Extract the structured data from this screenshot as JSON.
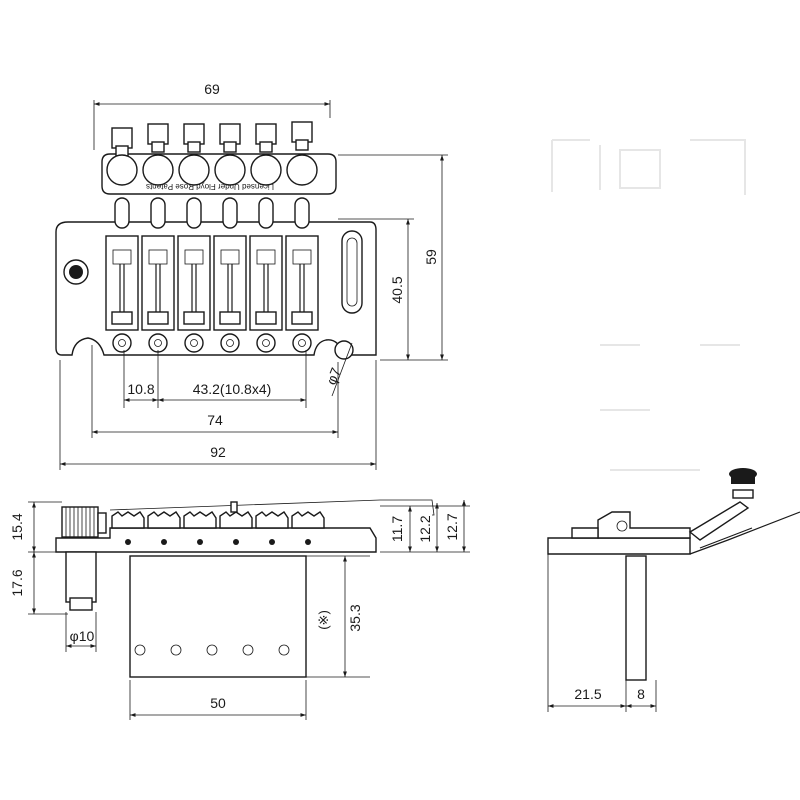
{
  "top_view": {
    "patent_text": "Licensed Under Floyd Rose Patents",
    "dims": {
      "saddle_span": "69",
      "height_total": "59",
      "height_body": "40.5",
      "saddle_offset": "10.8",
      "saddle_spacing": "43.2(10.8x4)",
      "stud_spacing": "74",
      "overall_width": "92",
      "hole_dia": "φ7"
    }
  },
  "side_view": {
    "dims": {
      "knob_height": "15.4",
      "stud_depth": "17.6",
      "stud_dia": "φ10",
      "h1": "11.7",
      "h2": "12.2",
      "h3": "12.7",
      "block_note": "(※)",
      "block_depth": "35.3",
      "block_width": "50"
    }
  },
  "end_view": {
    "dims": {
      "offset": "21.5",
      "thickness": "8"
    }
  }
}
